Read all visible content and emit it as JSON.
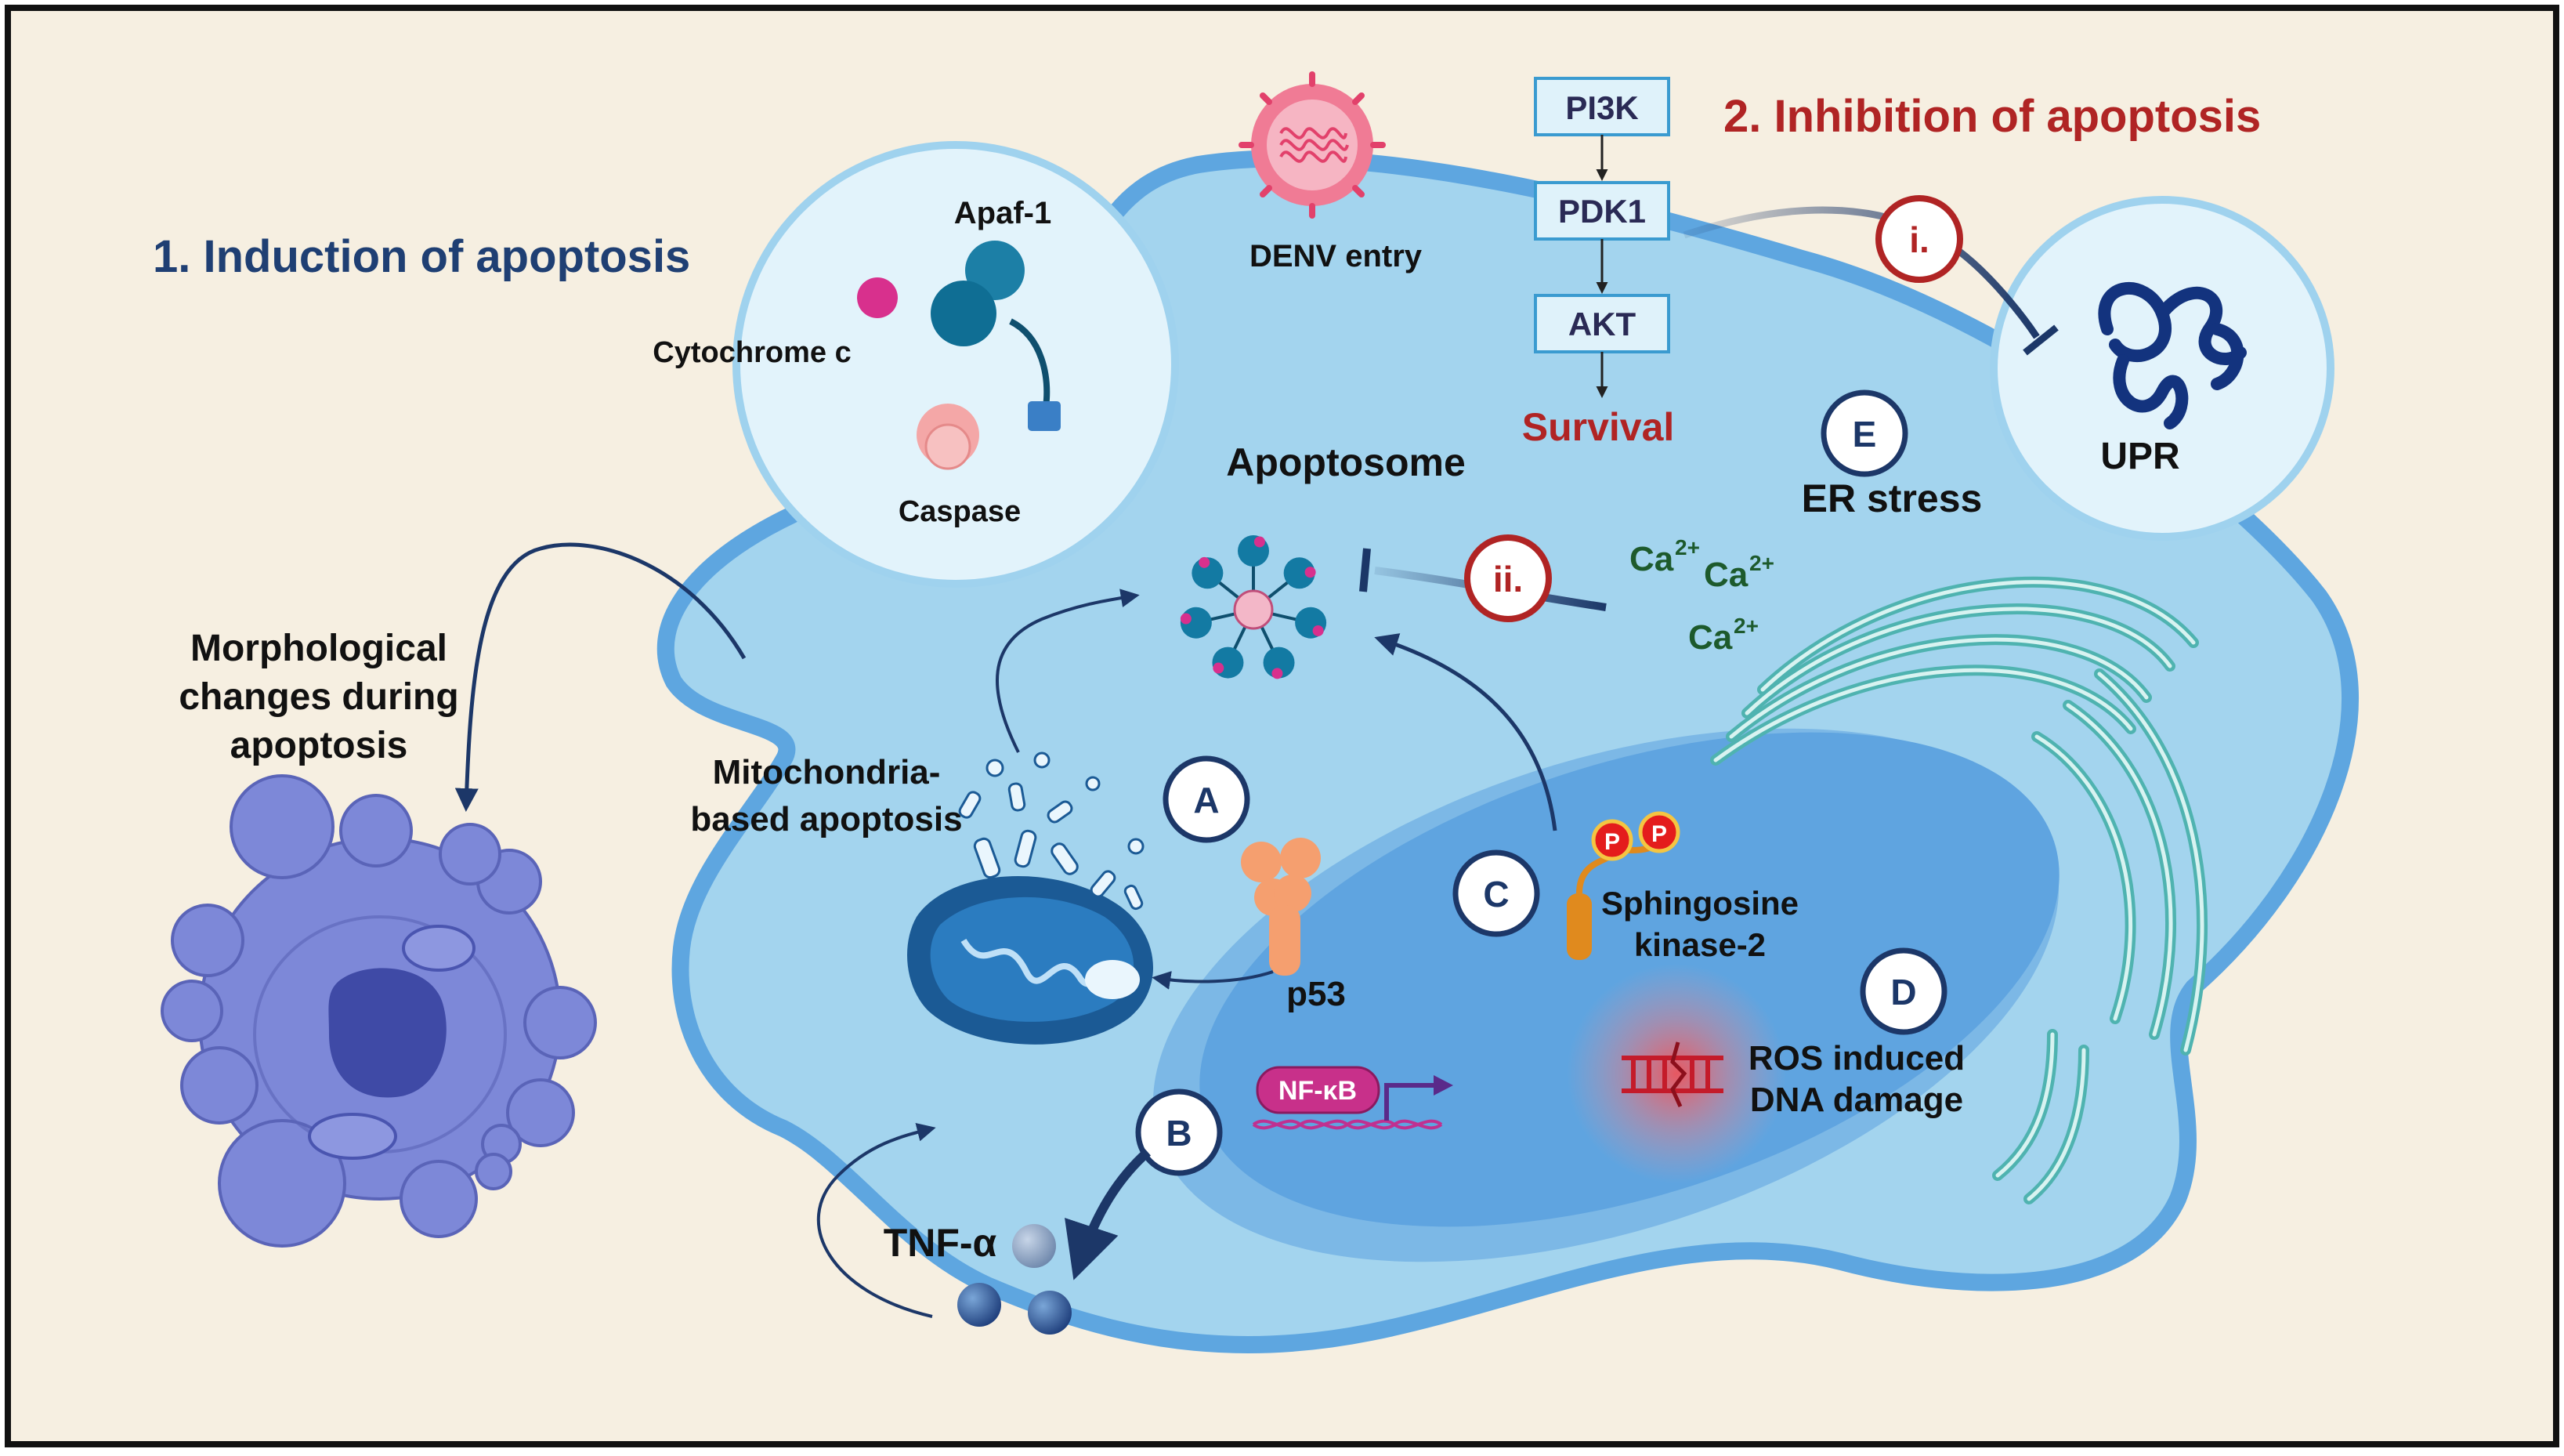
{
  "colors": {
    "background": "#f6efe1",
    "cell_outer": "#5ea6e0",
    "cell_fill": "#a3d4ee",
    "nucleus": "#5fa4e0",
    "induction_title": "#1f3f73",
    "inhibition_title": "#b02424",
    "dark_navy": "#1c3768",
    "ca_green": "#1d5a2c"
  },
  "titles": {
    "induction": "1. Induction of apoptosis",
    "inhibition": "2. Inhibition of apoptosis"
  },
  "inset": {
    "apaf1": "Apaf-1",
    "cytochrome": "Cytochrome c",
    "caspase": "Caspase"
  },
  "denv_entry": "DENV entry",
  "pathway": {
    "nodes": [
      "PI3K",
      "PDK1",
      "AKT"
    ],
    "outcome": "Survival"
  },
  "inhibitors": {
    "i": "i.",
    "ii": "ii."
  },
  "upr": "UPR",
  "apoptosome": "Apoptosome",
  "er": {
    "marker": "E",
    "label": "ER stress"
  },
  "calcium": {
    "ion": "Ca",
    "charge": "2+"
  },
  "morphology": [
    "Morphological",
    "changes during",
    "apoptosis"
  ],
  "mito": {
    "marker": "A",
    "label": [
      "Mitochondria-",
      "based apoptosis"
    ]
  },
  "p53": "p53",
  "sphk": {
    "marker": "C",
    "label": [
      "Sphingosine",
      "kinase-2"
    ],
    "phospho": "P"
  },
  "ros": {
    "marker": "D",
    "label": [
      "ROS induced",
      "DNA damage"
    ]
  },
  "nfkb": {
    "marker": "B",
    "label": "NF-κB"
  },
  "tnf": "TNF-α"
}
